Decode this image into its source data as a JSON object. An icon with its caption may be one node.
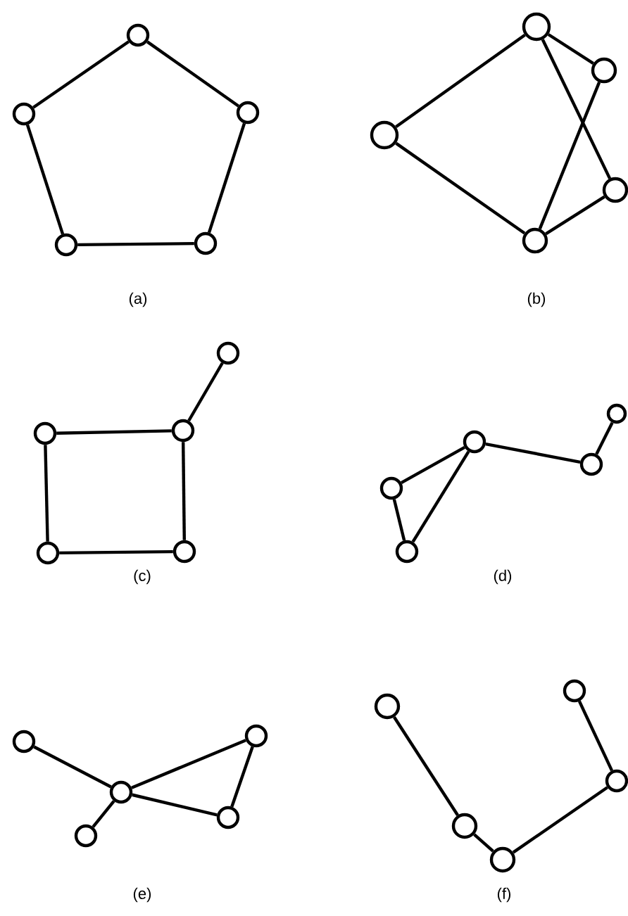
{
  "diagram": {
    "nodes": [
      {
        "text": [],
        "shape": "circle"
      },
      {
        "text": [],
        "shape": "circle"
      },
      {
        "text": [],
        "shape": "circle"
      },
      {
        "text": [],
        "shape": "circle"
      },
      {
        "text": [],
        "shape": "circle"
      },
      {
        "text": [],
        "shape": "circle"
      },
      {
        "text": [],
        "shape": "circle"
      },
      {
        "text": [],
        "shape": "circle"
      },
      {
        "text": [],
        "shape": "circle"
      },
      {
        "text": [],
        "shape": "circle"
      },
      {
        "text": [],
        "shape": "circle"
      },
      {
        "text": [],
        "shape": "circle"
      },
      {
        "text": [],
        "shape": "circle"
      },
      {
        "text": [],
        "shape": "circle"
      },
      {
        "text": [],
        "shape": "circle"
      },
      {
        "text": [],
        "shape": "circle"
      },
      {
        "text": [],
        "shape": "circle"
      },
      {
        "text": [],
        "shape": "circle"
      },
      {
        "text": [],
        "shape": "circle"
      },
      {
        "text": [],
        "shape": "circle"
      },
      {
        "text": [],
        "shape": "circle"
      },
      {
        "text": [],
        "shape": "circle"
      },
      {
        "text": [],
        "shape": "circle"
      },
      {
        "text": [],
        "shape": "circle"
      },
      {
        "text": [],
        "shape": "circle"
      },
      {
        "text": [],
        "shape": "circle"
      },
      {
        "text": [],
        "shape": "circle"
      },
      {
        "text": [],
        "shape": "circle"
      },
      {
        "text": [],
        "shape": "circle"
      },
      {
        "text": [],
        "shape": "circle"
      }
    ],
    "edges": [
      {
        "from": 0,
        "to": 1,
        "arrow": "none"
      },
      {
        "from": 0,
        "to": 2,
        "arrow": "none"
      },
      {
        "from": 1,
        "to": 3,
        "arrow": "none"
      },
      {
        "from": 2,
        "to": 4,
        "arrow": "none"
      },
      {
        "from": 3,
        "to": 4,
        "arrow": "none"
      },
      {
        "from": 5,
        "to": 7,
        "arrow": "none"
      },
      {
        "from": 5,
        "to": 6,
        "arrow": "none"
      },
      {
        "from": 5,
        "to": 8,
        "arrow": "none"
      },
      {
        "from": 6,
        "to": 9,
        "arrow": "none"
      },
      {
        "from": 7,
        "to": 9,
        "arrow": "none"
      },
      {
        "from": 8,
        "to": 9,
        "arrow": "none"
      },
      {
        "from": 10,
        "to": 11,
        "arrow": "none"
      },
      {
        "from": 11,
        "to": 12,
        "arrow": "none"
      },
      {
        "from": 12,
        "to": 13,
        "arrow": "none"
      },
      {
        "from": 13,
        "to": 14,
        "arrow": "none"
      },
      {
        "from": 11,
        "to": 14,
        "arrow": "none"
      },
      {
        "from": 17,
        "to": 18,
        "arrow": "none"
      },
      {
        "from": 18,
        "to": 15,
        "arrow": "none"
      },
      {
        "from": 17,
        "to": 16,
        "arrow": "none"
      },
      {
        "from": 16,
        "to": 19,
        "arrow": "none"
      },
      {
        "from": 17,
        "to": 19,
        "arrow": "none"
      },
      {
        "from": 20,
        "to": 22,
        "arrow": "none"
      },
      {
        "from": 22,
        "to": 21,
        "arrow": "none"
      },
      {
        "from": 22,
        "to": 23,
        "arrow": "none"
      },
      {
        "from": 22,
        "to": 24,
        "arrow": "none"
      },
      {
        "from": 21,
        "to": 24,
        "arrow": "none"
      },
      {
        "from": 25,
        "to": 28,
        "arrow": "none"
      },
      {
        "from": 28,
        "to": 29,
        "arrow": "none"
      },
      {
        "from": 29,
        "to": 27,
        "arrow": "none"
      },
      {
        "from": 27,
        "to": 26,
        "arrow": "none"
      }
    ],
    "labels": [
      "(a)",
      "(b)",
      "(c)",
      "(d)",
      "(e)",
      "(f)"
    ]
  }
}
